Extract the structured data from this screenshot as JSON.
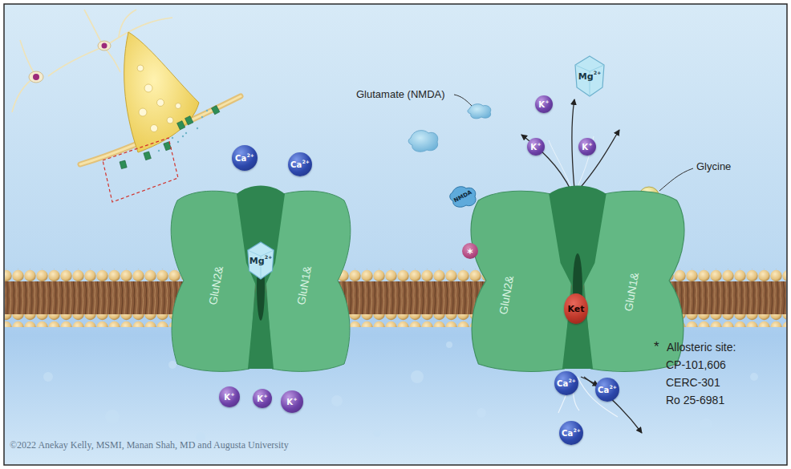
{
  "diagram": {
    "nodes": [
      {
        "text": [
          "Ca",
          "2+"
        ]
      },
      {
        "text": [
          "Ca",
          "2+"
        ]
      },
      {
        "text": [
          "GluN2&",
          "GluN1&"
        ]
      },
      {
        "text": [
          "Mg",
          "2+"
        ],
        "in": 2
      },
      {
        "text": [
          "K",
          "+"
        ]
      },
      {
        "text": [
          "K",
          "+"
        ]
      },
      {
        "text": [
          "K",
          "+"
        ]
      },
      {
        "text": [
          "K",
          "+"
        ]
      },
      {
        "text": [
          "Mg",
          "2+"
        ]
      },
      {
        "text": [
          "K",
          "+"
        ]
      },
      {
        "text": [
          "K",
          "+"
        ]
      },
      {
        "text": [
          "GluN2&",
          "GluN1&"
        ]
      },
      {
        "text": [
          "NMDA"
        ],
        "in": 11
      },
      {
        "text": [
          "*"
        ],
        "in": 11
      },
      {
        "text": [
          "Ket"
        ],
        "in": 11
      },
      {
        "text": [
          "Ca",
          "2+"
        ]
      },
      {
        "text": [
          "Ca",
          "2+"
        ]
      },
      {
        "text": [
          "Ca",
          "2+"
        ]
      }
    ],
    "labels": [
      "Glutamate (NMDA)",
      "Glycine",
      "*",
      "Allosteric site:",
      "CP-101,606",
      "CERC-301",
      "Ro 25-6981",
      "©2022 Anekay Kelly, MSMI, Manan Shah, MD and Augusta University"
    ]
  }
}
